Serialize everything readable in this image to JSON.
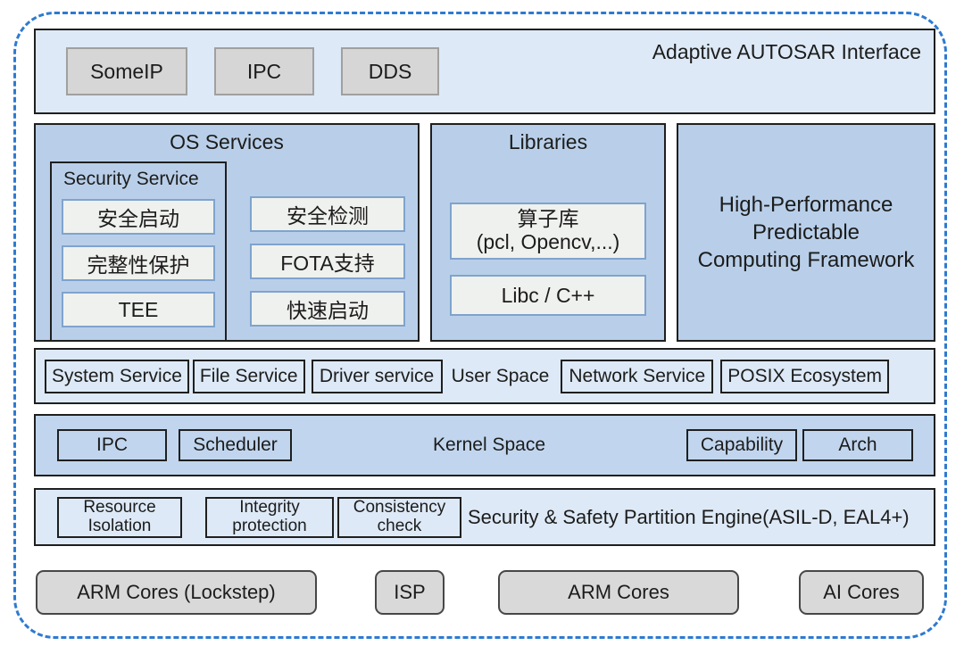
{
  "colors": {
    "outer_dashed_border": "#2e7ad0",
    "light_blue_row_bg": "#dde9f6",
    "medium_blue_block_bg": "#b9cfe9",
    "kernel_row_bg": "#c1d6ee",
    "inner_light_box_bg": "#eff1ee",
    "inner_light_box_border": "#7fa3cd",
    "gray_chip_bg": "#d6d6d6",
    "hardware_box_bg": "#d9d9d9",
    "black_border": "#1f1f1f"
  },
  "autosar_row": {
    "title": "Adaptive AUTOSAR Interface",
    "chips": [
      "SomeIP",
      "IPC",
      "DDS"
    ]
  },
  "os_services": {
    "title": "OS Services",
    "security_service": {
      "title": "Security Service",
      "items": [
        "安全启动",
        "完整性保护",
        "TEE"
      ]
    },
    "items": [
      "安全检测",
      "FOTA支持",
      "快速启动"
    ]
  },
  "libraries": {
    "title": "Libraries",
    "operator_lib": {
      "line1": "算子库",
      "line2": "(pcl, Opencv,...)"
    },
    "libc": "Libc / C++"
  },
  "hpc": {
    "lines": [
      "High-Performance",
      "Predictable",
      "Computing Framework"
    ]
  },
  "user_space": {
    "label": "User Space",
    "left_boxes": [
      "System Service",
      "File Service",
      "Driver service"
    ],
    "right_boxes": [
      "Network Service",
      "POSIX Ecosystem"
    ]
  },
  "kernel_space": {
    "label": "Kernel Space",
    "left_boxes": [
      "IPC",
      "Scheduler"
    ],
    "right_boxes": [
      "Capability",
      "Arch"
    ]
  },
  "partition_engine": {
    "label": "Security & Safety Partition Engine(ASIL-D, EAL4+)",
    "boxes": [
      {
        "line1": "Resource",
        "line2": "Isolation"
      },
      {
        "line1": "Integrity",
        "line2": "protection"
      },
      {
        "line1": "Consistency",
        "line2": "check"
      }
    ]
  },
  "hardware": {
    "boxes": [
      "ARM Cores (Lockstep)",
      "ISP",
      "ARM Cores",
      "AI Cores"
    ]
  }
}
